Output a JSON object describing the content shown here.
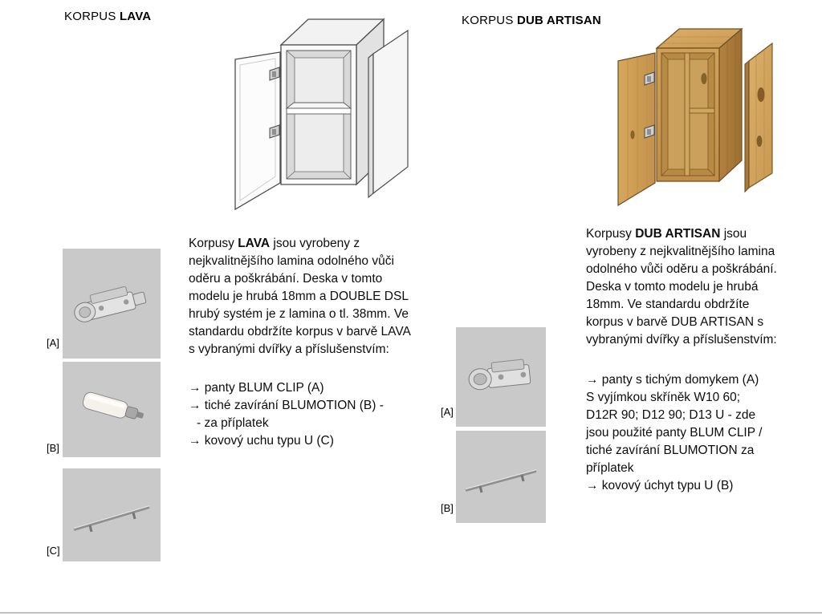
{
  "sections": {
    "lava": {
      "title_prefix": "KORPUS",
      "title_name": "LAVA",
      "desc_lead": "Korpusy",
      "desc_bold": "LAVA",
      "desc_rest": "jsou vyrobeny z nejkvalitnějšího lamina odolného vůči oděru a poškrábání. Deska v tomto modelu je hrubá 18mm a DOUBLE DSL hrubý systém je z lamina o tl. 38mm. Ve standardu obdržíte korpus v barvě LAVA s vybranými dvířky a příslušenstvím:",
      "features": [
        "→ panty BLUM CLIP (A)",
        "→ tiché zavírání BLUMOTION (B) -",
        "- za příplatek",
        "→ kovový uchu typu U (C)"
      ],
      "item_labels": [
        "[A]",
        "[B]",
        "[C]"
      ],
      "item_icons": [
        "hinge-blum-clip",
        "damper-blumotion",
        "u-handle"
      ]
    },
    "dub": {
      "title_prefix": "KORPUS",
      "title_name": "DUB ARTISAN",
      "desc_lead": "Korpusy",
      "desc_bold": "DUB ARTISAN",
      "desc_rest": "jsou vyrobeny z nejkvalitnějšího lamina odolného vůči oděru a poškrábání. Deska v tomto modelu je hrubá 18mm. Ve standardu obdržíte korpus v barvě DUB ARTISAN s vybranými dvířky a příslušenstvím:",
      "features": [
        "→ panty s tichým domykem (A)",
        "S vyjímkou skříněk W10 60;",
        "D12R 90; D12 90; D13 U - zde",
        "jsou použité panty BLUM CLIP /",
        "tiché zavírání BLUMOTION za",
        "příplatek",
        "→ kovový úchyt typu U (B)"
      ],
      "item_labels": [
        "[A]",
        "[B]"
      ],
      "item_icons": [
        "hinge-soft-close",
        "u-handle"
      ]
    }
  },
  "colors": {
    "wood_artisan": "#c99a57",
    "wood_outline": "#6d4e22",
    "grey_cabinet_outline": "#4d4d4d",
    "image_background": "#c9c9c9",
    "text": "#0d0d0d"
  }
}
